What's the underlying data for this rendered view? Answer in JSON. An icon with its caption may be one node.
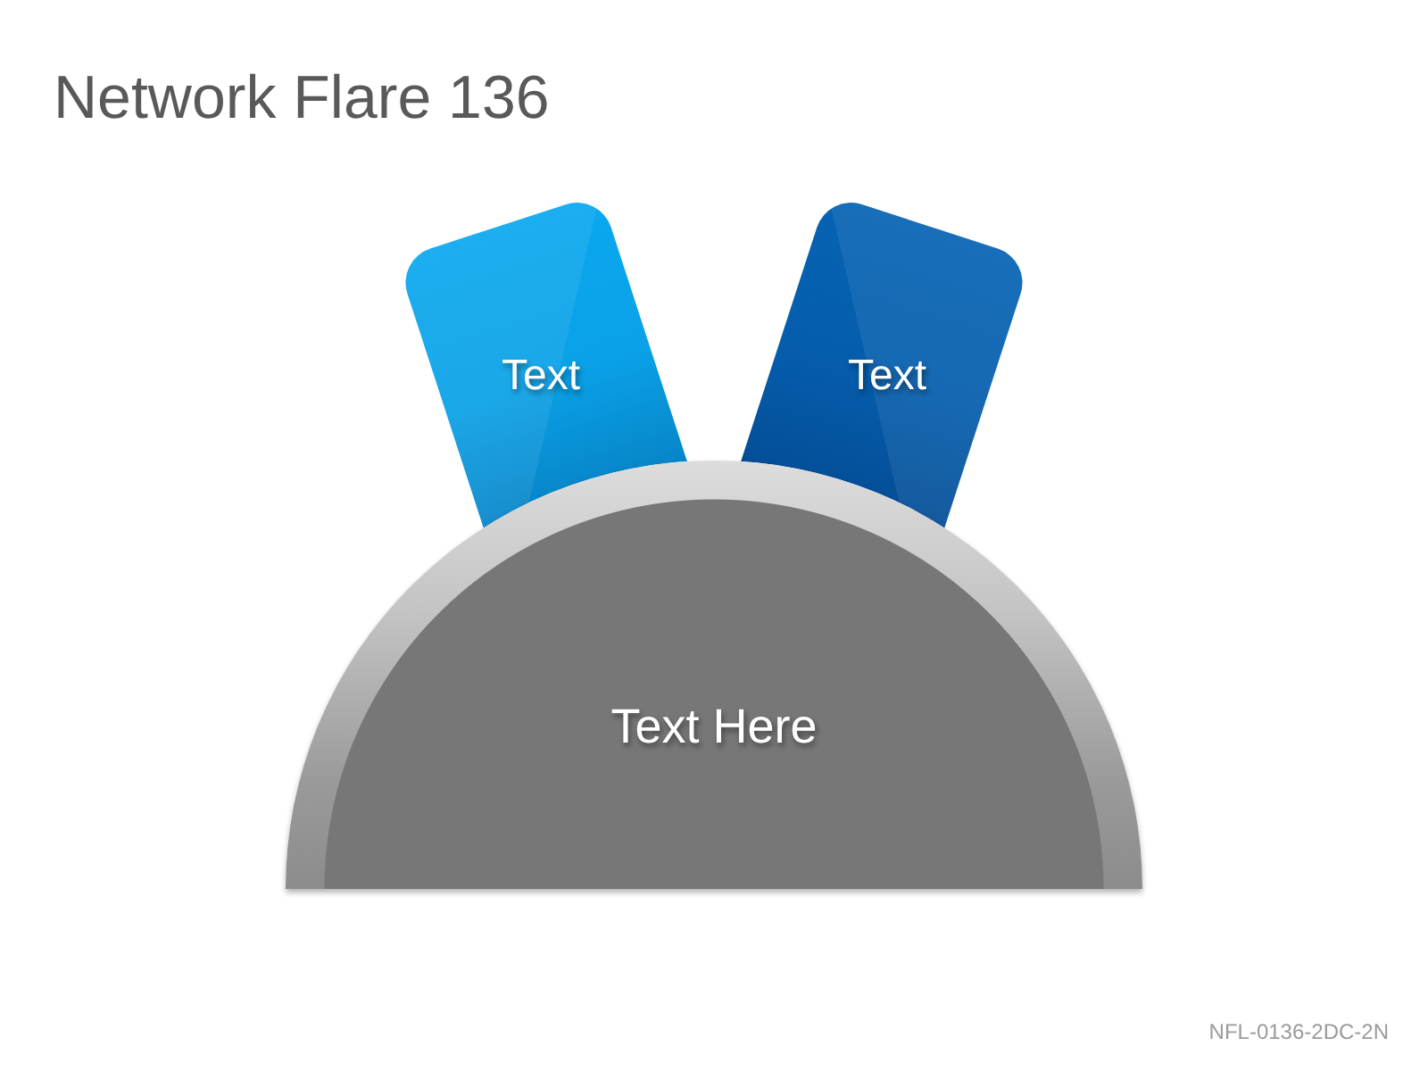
{
  "diagram": {
    "title": "Network Flare 136",
    "nodes": [
      {
        "text": [
          "Text"
        ]
      },
      {
        "text": [
          "Text"
        ]
      },
      {
        "text": [
          "Text Here"
        ]
      }
    ],
    "labels": [
      "NFL-0136-2DC-2N"
    ]
  }
}
